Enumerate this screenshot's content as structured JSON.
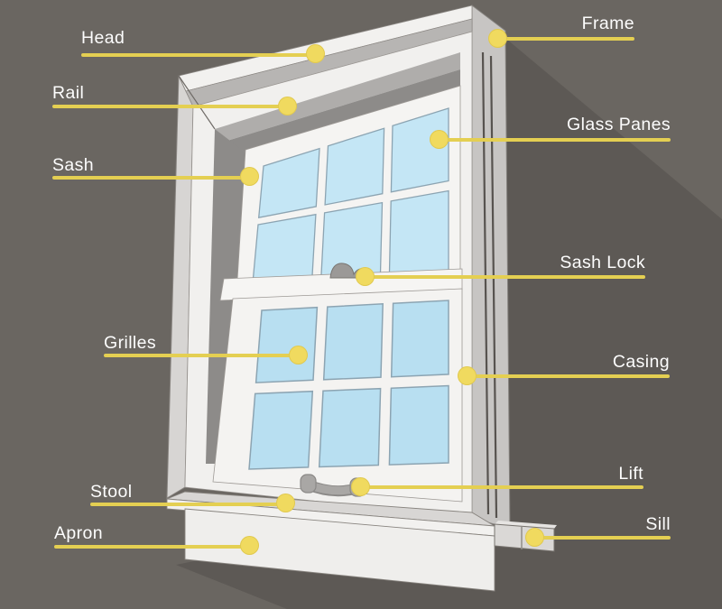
{
  "diagram": {
    "labels": [
      {
        "text": "Head",
        "side": "left"
      },
      {
        "text": "Frame",
        "side": "right"
      },
      {
        "text": "Rail",
        "side": "left"
      },
      {
        "text": "Glass Panes",
        "side": "right"
      },
      {
        "text": "Sash",
        "side": "left"
      },
      {
        "text": "Sash Lock",
        "side": "right"
      },
      {
        "text": "Grilles",
        "side": "left"
      },
      {
        "text": "Casing",
        "side": "right"
      },
      {
        "text": "Stool",
        "side": "left"
      },
      {
        "text": "Lift",
        "side": "right"
      },
      {
        "text": "Apron",
        "side": "left"
      },
      {
        "text": "Sill",
        "side": "right"
      }
    ],
    "colors": {
      "wall": "#6A6661",
      "wall_shadow": "#5D5955",
      "leader_line": "#E4CF52",
      "leader_dot": "#F0DA5F",
      "label_text": "#FDFDFD",
      "frame_white": "#F1F0EE",
      "glass_blue_upper": "#C4E6F5",
      "glass_blue_lower": "#B8DFF1"
    }
  }
}
